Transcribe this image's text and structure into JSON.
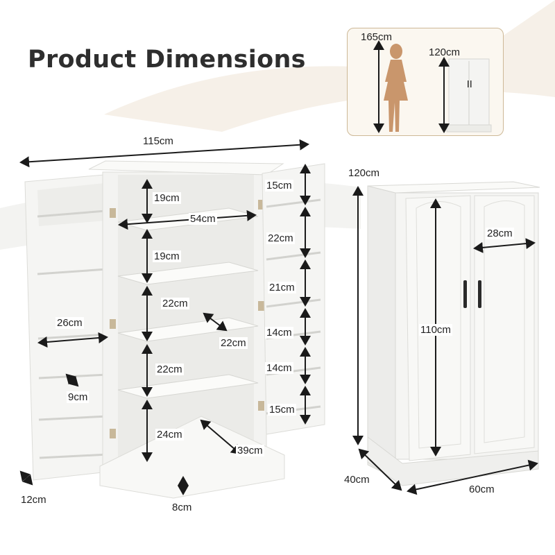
{
  "title": "Product Dimensions",
  "colors": {
    "accent_gold": "#cdb896",
    "figure_tan": "#c9966c",
    "cabinet_white": "#f6f6f4",
    "arrow": "#1a1a1a"
  },
  "inset": {
    "person_height": "165cm",
    "cabinet_height": "120cm"
  },
  "open_cabinet": {
    "total_width": "115cm",
    "inner_width": "54cm",
    "door_shelf_width": "26cm",
    "door_rail_gap": "9cm",
    "door_depth": "12cm",
    "toe_kick": "8cm",
    "bottom_depth": "39cm",
    "shelf_depth": "22cm",
    "main_gaps": [
      "19cm",
      "19cm",
      "22cm",
      "22cm",
      "24cm"
    ],
    "right_door_gaps": [
      "15cm",
      "22cm",
      "21cm",
      "14cm",
      "14cm",
      "15cm"
    ]
  },
  "closed_cabinet": {
    "height": "120cm",
    "door_height": "110cm",
    "door_width": "28cm",
    "depth": "40cm",
    "width": "60cm"
  }
}
